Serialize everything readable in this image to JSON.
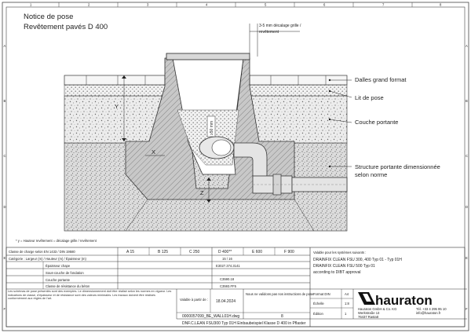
{
  "header": {
    "title_line1": "Notice de pose",
    "title_line2": "Revêtement pavés D 400"
  },
  "frame": {
    "col_markers": [
      "1",
      "2",
      "3",
      "4",
      "5",
      "6",
      "7",
      "8"
    ],
    "row_markers": [
      "A",
      "B",
      "C",
      "D",
      "E",
      "F"
    ]
  },
  "callouts": {
    "offset_line1": "3-5 mm décalage grille /",
    "offset_line2": "revêtement",
    "paving": "Dalles grand format",
    "bed": "Lit de pose",
    "base": "Couche portante",
    "structure_line1": "Structure portante dimensionnée",
    "structure_line2": "selon norme"
  },
  "dimensions": {
    "x": "X",
    "y": "Y",
    "z": "Z",
    "min_height": "≥50 mm"
  },
  "footnote": "* y = Hauteur revêtement = décalage grille / revêtement",
  "title_block": {
    "classes": [
      "A 15",
      "B 125",
      "C 250",
      "D 400**",
      "E 600",
      "F 900"
    ],
    "range_row": "15 / 16",
    "ref_1": "E3027.374.3141",
    "ref_2": "C3590.18",
    "ref_3": "C3593.FF5",
    "class_rule": "Classe de charge selon EN 1433 / DIN 19580",
    "load_class_note": "Catégorie : Largeur (m) / Hauteur (m) / Épaisseur (m)",
    "row_a": "Épaisseur chape",
    "row_b": "Sous-couche de fondation",
    "row_c": "Couche portante",
    "row_d": "Classe de résistance du béton",
    "valid_intro": "Valable pour les systèmes suivants :",
    "system_1": "DRAINFIX CLEAN FSU 300, 400 Typ 01 - Typ 01H",
    "system_2": "DRAINFIX CLEAN FSU 500 Typ 01",
    "system_3": "according to DIBT approval",
    "valid_from_label": "Valable à partir de :",
    "valid_from_value": "18.04.2024",
    "responsibility_note": "Nous ne validons pas nos instructions de pose.",
    "doc_number": "0000057099_BE_WALL01H.dwg",
    "sheet_number": "8",
    "format_label": "Format DIN",
    "format_value": "A4",
    "scale_label": "Échelle",
    "scale_value": "1:8",
    "edition_label": "Édition",
    "edition_value": "1",
    "company_name": "hauraton",
    "company_addr_1": "Hauraton GmbH & Co. KG",
    "company_addr_2": "Werkstraße 13",
    "company_addr_3": "76437 Rastatt",
    "company_phone": "Tél. +33 4 295 95 10",
    "company_mail": "info@hauraton.fr",
    "drawing_title": "DNF.C.LEAN FSU300 Typ 01H Einbaubeispiel Klasse D 400 in Pflaster",
    "disclaimer": "Les schémas de pose présentés sont des exemples. Le dimensionnement doit être réalisé selon les normes en vigueur. Les indications de classe, d'épaisseur et de résistance sont des valeurs minimales. Les travaux doivent être réalisés conformément aux règles de l'art."
  }
}
